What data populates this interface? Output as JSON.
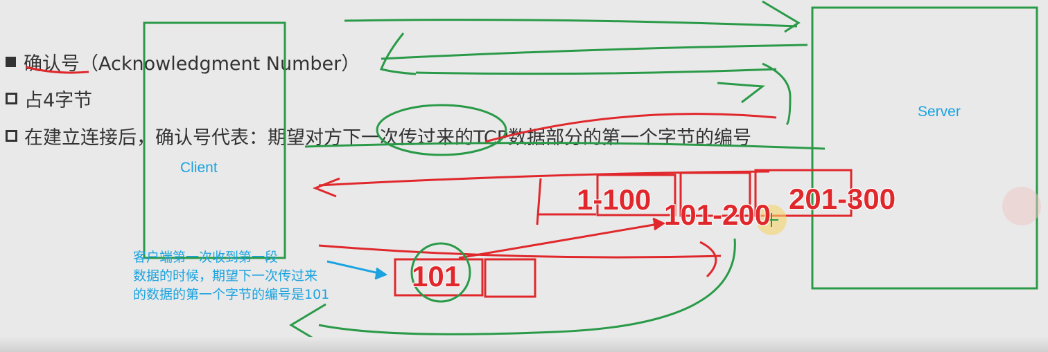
{
  "bullets": [
    {
      "marker": "filled",
      "text": "确认号（Acknowledgment Number）"
    },
    {
      "marker": "hollow",
      "text": "占4字节"
    },
    {
      "marker": "hollow",
      "text": "在建立连接后，确认号代表：期望对方下一次传过来的TCP数据部分的第一个字节的编号"
    }
  ],
  "client_label": "Client",
  "server_label": "Server",
  "segments": [
    "1-100",
    "101-200",
    "201-300"
  ],
  "ack_value": "101",
  "note_lines": [
    "客户端第一次收到第一段",
    "数据的时候，期望下一次传过来",
    "的数据的第一个字节的编号是101"
  ],
  "colors": {
    "box_green": "#2a9a48",
    "segment_red": "#e0282c",
    "label_blue": "#1aa3e0",
    "text_dark": "#333333"
  }
}
